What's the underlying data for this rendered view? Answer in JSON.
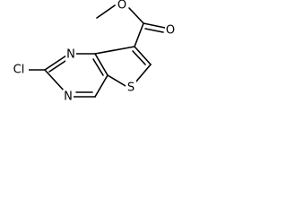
{
  "molecule": {
    "atoms": {
      "cl": "Cl",
      "n1": "N",
      "n3": "N",
      "s": "S",
      "o_carbonyl": "O",
      "o_ester": "O"
    }
  }
}
